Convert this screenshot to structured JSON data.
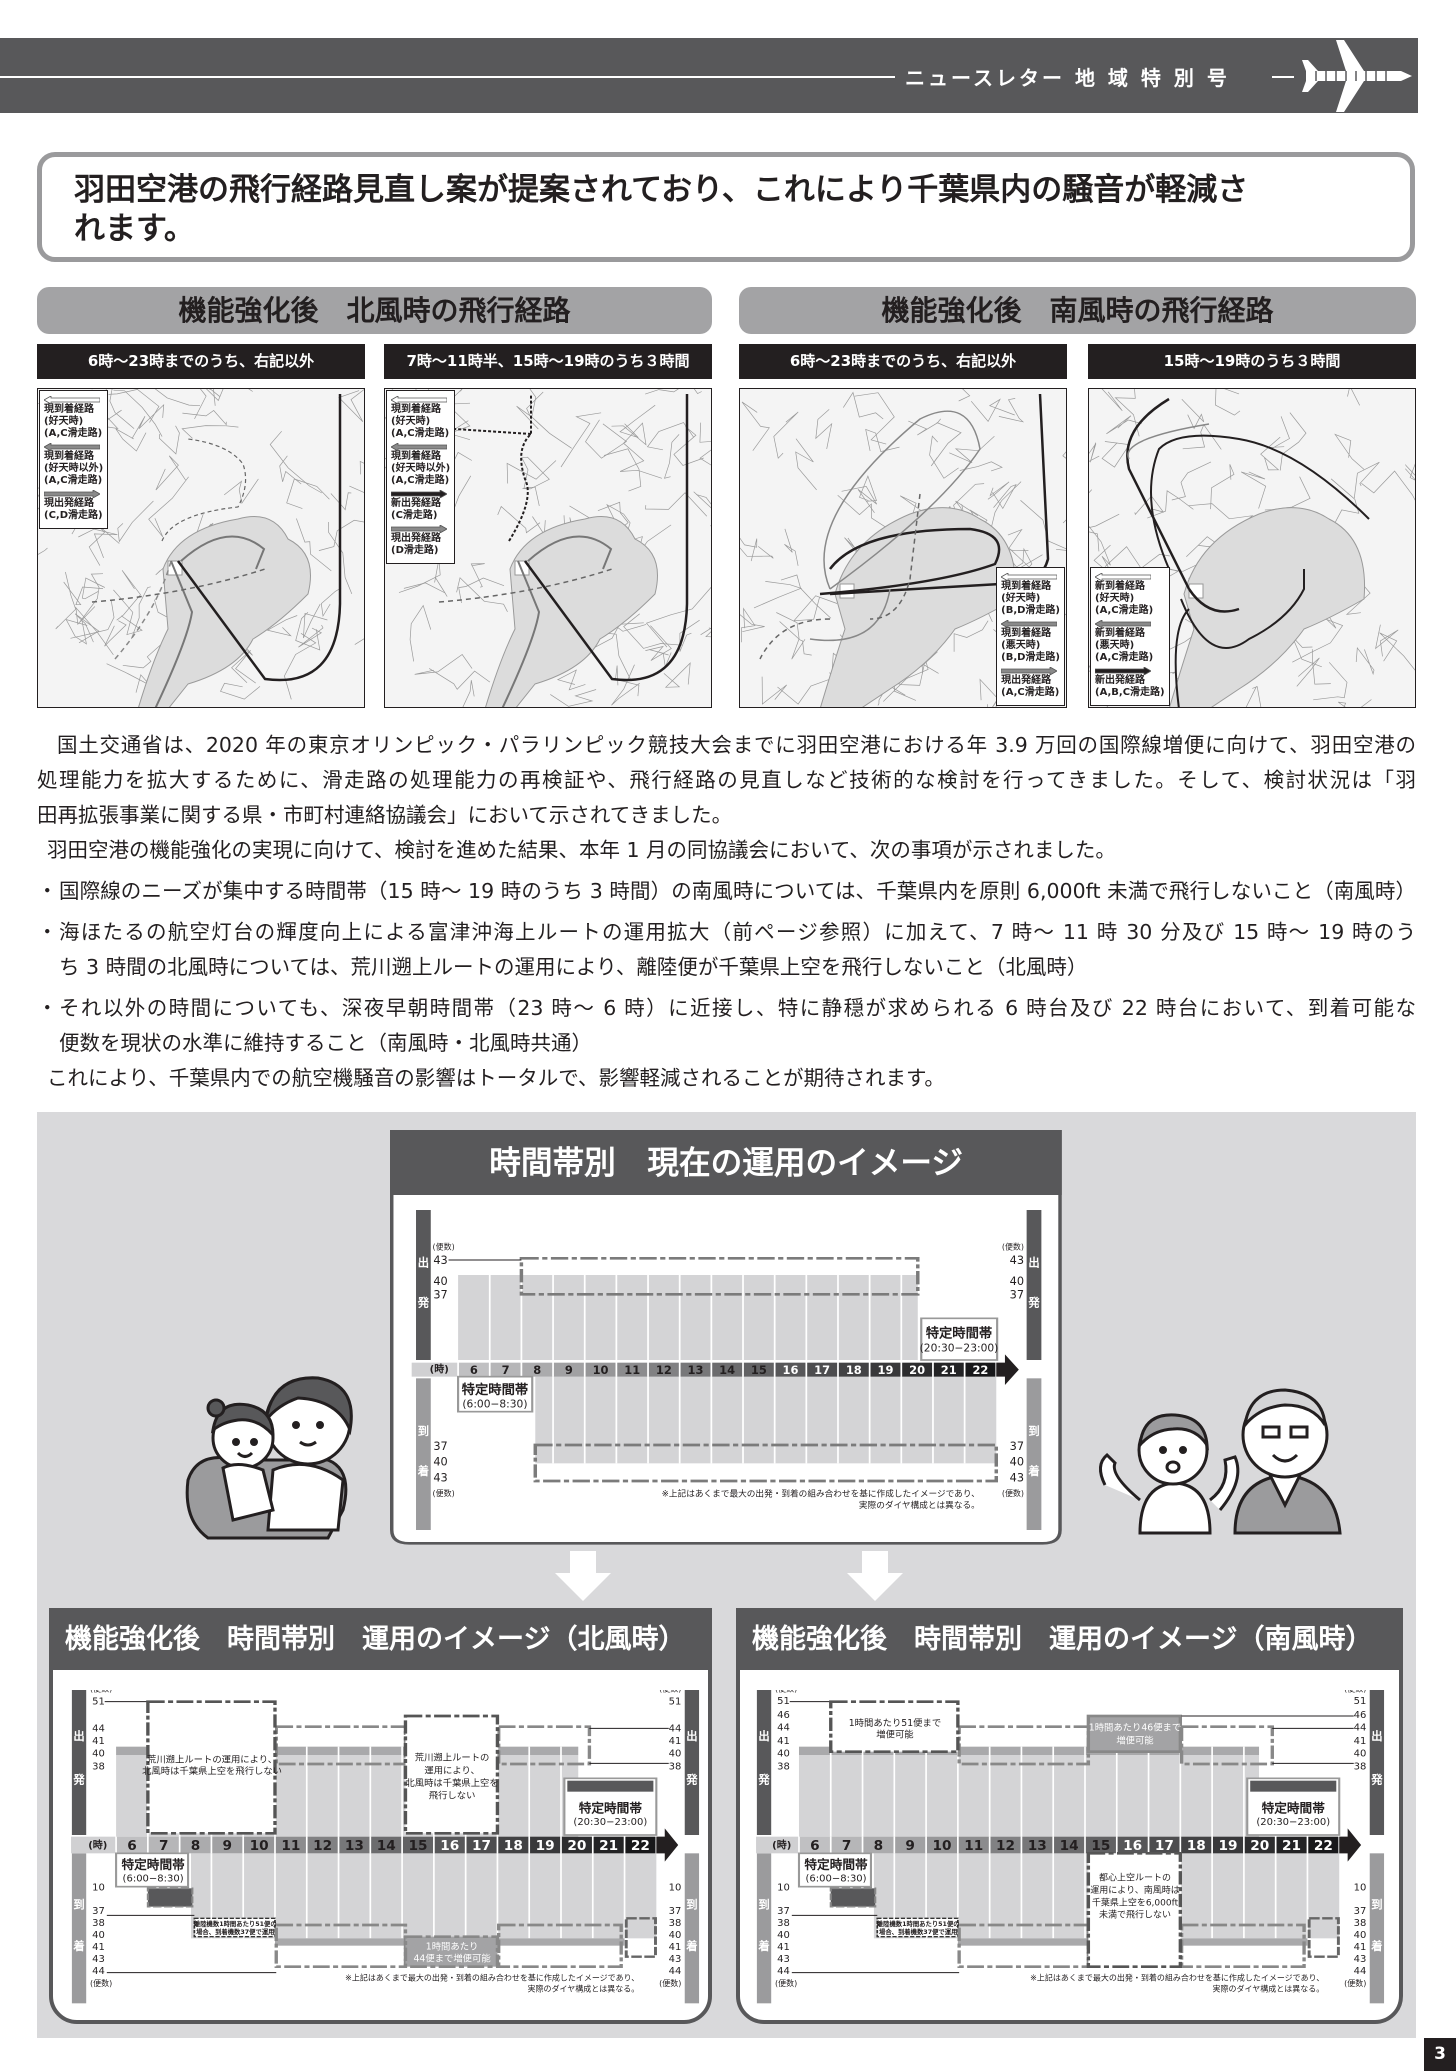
{
  "header": {
    "title": "ニュースレター 地 域 特 別 号"
  },
  "headline": [
    "羽田空港の飛行経路見直し案が提案されており、これにより千葉県内の騒音が軽減さ",
    "れます。"
  ],
  "north_routes": {
    "title": "機能強化後　北風時の飛行経路",
    "maps": [
      {
        "subtitle": "6時～23時までのうち、右記以外",
        "legend": [
          {
            "arrow": "arrow-left-outline",
            "lines": [
              "現到着経路",
              "(好天時)",
              "(A,C滑走路)"
            ]
          },
          {
            "arrow": "arrow-left-gray",
            "lines": [
              "現到着経路",
              "(好天時以外)",
              "(A,C滑走路)"
            ]
          },
          {
            "arrow": "arrow-right-gray",
            "lines": [
              "現出発経路",
              "(C,D滑走路)"
            ]
          }
        ]
      },
      {
        "subtitle": "7時～11時半、15時～19時のうち３時間",
        "legend": [
          {
            "arrow": "arrow-left-outline",
            "lines": [
              "現到着経路",
              "(好天時)",
              "(A,C滑走路)"
            ]
          },
          {
            "arrow": "arrow-left-gray",
            "lines": [
              "現到着経路",
              "(好天時以外)",
              "(A,C滑走路)"
            ]
          },
          {
            "arrow": "arrow-right-black",
            "lines": [
              "新出発経路",
              "(C滑走路)"
            ]
          },
          {
            "arrow": "arrow-right-gray",
            "lines": [
              "現出発経路",
              "(D滑走路)"
            ]
          }
        ]
      }
    ]
  },
  "south_routes": {
    "title": "機能強化後　南風時の飛行経路",
    "maps": [
      {
        "subtitle": "6時～23時までのうち、右記以外",
        "legend": [
          {
            "arrow": "arrow-left-outline",
            "lines": [
              "現到着経路",
              "(好天時)",
              "(B,D滑走路)"
            ]
          },
          {
            "arrow": "arrow-left-gray",
            "lines": [
              "現到着経路",
              "(悪天時)",
              "(B,D滑走路)"
            ]
          },
          {
            "arrow": "arrow-right-gray",
            "lines": [
              "現出発経路",
              "(A,C滑走路)"
            ]
          }
        ]
      },
      {
        "subtitle": "15時～19時のうち３時間",
        "legend": [
          {
            "arrow": "arrow-left-outline",
            "lines": [
              "新到着経路",
              "(好天時)",
              "(A,C滑走路)"
            ]
          },
          {
            "arrow": "arrow-left-gray",
            "lines": [
              "新到着経路",
              "(悪天時)",
              "(A,C滑走路)"
            ]
          },
          {
            "arrow": "arrow-right-black",
            "lines": [
              "新出発経路",
              "(A,B,C滑走路)"
            ]
          }
        ]
      }
    ]
  },
  "body": {
    "para1": [
      "国土交通省は、2020 年の東京オリンピック・パラリンピック競技大会までに羽田空港における年 3.9 万回の国際線増便に向けて、羽田空港の",
      "処理能力を拡大するために、滑走路の処理能力の再検証や、飛行経路の見直しなど技術的な検討を行ってきました。そして、検討状況は「羽",
      "田再拡張事業に関する県・市町村連絡協議会」において示されてきました。"
    ],
    "para2": "羽田空港の機能強化の実現に向けて、検討を進めた結果、本年 1 月の同協議会において、次の事項が示されました。",
    "bullet_mark": "・",
    "bullets": [
      [
        "国際線のニーズが集中する時間帯（15 時～ 19 時のうち 3 時間）の南風時については、千葉県内を原則 6,000ft 未満で飛行しないこと（南風時）"
      ],
      [
        "海ほたるの航空灯台の輝度向上による富津沖海上ルートの運用拡大（前ページ参照）に加えて、7 時～ 11 時 30 分及び 15 時～ 19 時のう",
        "ち 3 時間の北風時については、荒川遡上ルートの運用により、離陸便が千葉県上空を飛行しないこと（北風時）"
      ],
      [
        "それ以外の時間についても、深夜早朝時間帯（23 時～ 6 時）に近接し、特に静穏が求められる 6 時台及び 22 時台において、到着可能な",
        "便数を現状の水準に維持すること（南風時・北風時共通）"
      ]
    ],
    "conclusion": "これにより、千葉県内での航空機騒音の影響はトータルで、影響軽減されることが期待されます。"
  },
  "common": {
    "dep": [
      "出",
      "発"
    ],
    "arr": [
      "到",
      "着"
    ],
    "unit": "(便数)",
    "hour_unit": "(時)",
    "hours": [
      "6",
      "7",
      "8",
      "9",
      "10",
      "11",
      "12",
      "13",
      "14",
      "15",
      "16",
      "17",
      "18",
      "19",
      "20",
      "21",
      "22"
    ],
    "special": "特定時間帯",
    "special_am_time": "(6:00−8:30)",
    "special_pm_time": "(20:30−23:00)",
    "note": [
      "※上記はあくまで最大の出発・到着の組み合わせを基に作成したイメージであり、",
      "実際のダイヤ構成とは異なる。"
    ],
    "arr_note": [
      "離陸機数1時間あたり51便の",
      "場合、到着機数37便で運用"
    ]
  },
  "current_chart": {
    "title": "時間帯別　現在の運用のイメージ",
    "dep_ticks": [
      "43",
      "40",
      "37"
    ],
    "arr_ticks": [
      "37",
      "40",
      "43"
    ]
  },
  "north_chart": {
    "title": "機能強化後　時間帯別　運用のイメージ（北風時）",
    "dep_ticks": [
      "51",
      "44",
      "41",
      "40",
      "38"
    ],
    "arr_ticks": [
      "10",
      "37",
      "38",
      "40",
      "41",
      "43",
      "44"
    ],
    "box_text": [
      "荒川遡上ルートの運用により、",
      "北風時は千葉県上空を飛行しない"
    ],
    "box2_text": [
      "荒川遡上ルートの",
      "運用により、",
      "北風時は千葉県上空を",
      "飛行しない"
    ],
    "increase_text": [
      "1時間あたり",
      "44便まで増便可能"
    ]
  },
  "south_chart": {
    "title": "機能強化後　時間帯別　運用のイメージ（南風時）",
    "dep_ticks": [
      "51",
      "46",
      "44",
      "41",
      "40",
      "38"
    ],
    "arr_ticks": [
      "10",
      "37",
      "38",
      "40",
      "41",
      "43",
      "44"
    ],
    "box_text": [
      "1時間あたり51便まで",
      "増便可能"
    ],
    "increase_text": [
      "1時間あたり46便まで",
      "増便可能"
    ],
    "box2_text": [
      "都心上空ルートの",
      "運用により、南風時は",
      "千葉県上空を6,000ft",
      "未満で飛行しない"
    ]
  },
  "page_number": "3",
  "colors": {
    "dark": "#58585a",
    "mid": "#a3a3a5",
    "light": "#d4d4d6",
    "panel": "#d9d9db"
  }
}
